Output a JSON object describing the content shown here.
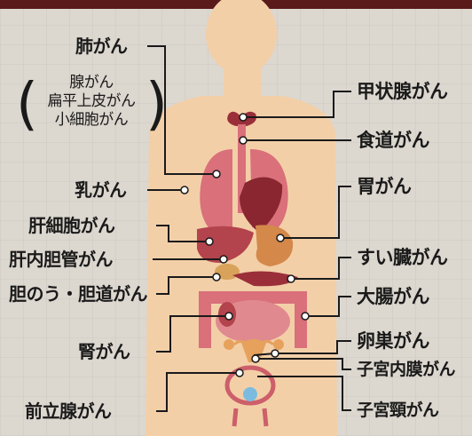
{
  "labels": {
    "lung": "肺がん",
    "lung_types": [
      "腺がん",
      "扁平上皮がん",
      "小細胞がん"
    ],
    "breast": "乳がん",
    "hepatocellular": "肝細胞がん",
    "intrahepatic_bile": "肝内胆管がん",
    "gallbladder": "胆のう・胆道がん",
    "kidney": "腎がん",
    "prostate": "前立腺がん",
    "thyroid": "甲状腺がん",
    "esophagus": "食道がん",
    "stomach": "胃がん",
    "pancreas": "すい臓がん",
    "colon": "大腸がん",
    "ovary": "卵巣がん",
    "endometrial": "子宮内膜がん",
    "cervical": "子宮頸がん"
  },
  "colors": {
    "skin": "#f3cfa8",
    "organ_pink": "#d9707a",
    "organ_dark": "#8a2630",
    "stomach": "#d4884a",
    "pelvis_ring": "#cc5f6a",
    "prostate_blue": "#7bbbe0"
  }
}
